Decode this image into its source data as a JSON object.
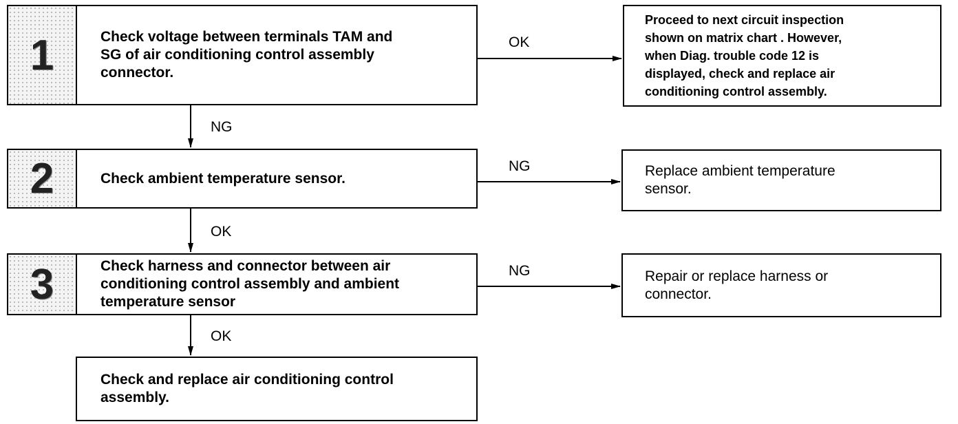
{
  "steps": [
    {
      "number": "1",
      "text": "Check voltage between terminals TAM and\nSG of air conditioning control assembly\nconnector."
    },
    {
      "number": "2",
      "text": "Check ambient temperature sensor."
    },
    {
      "number": "3",
      "text": "Check harness and connector between air\nconditioning control assembly and ambient\ntemperature sensor"
    }
  ],
  "results": [
    {
      "text": "Proceed to next circuit inspection\nshown on matrix chart . However,\nwhen Diag. trouble code 12 is\ndisplayed, check and replace air\nconditioning control assembly."
    },
    {
      "text": "Replace ambient temperature\nsensor."
    },
    {
      "text": "Repair or replace harness or\nconnector."
    }
  ],
  "final": {
    "text": "Check and replace air conditioning control\nassembly."
  },
  "labels": {
    "step1_right": "OK",
    "step1_down": "NG",
    "step2_right": "NG",
    "step2_down": "OK",
    "step3_right": "NG",
    "step3_down": "OK"
  }
}
